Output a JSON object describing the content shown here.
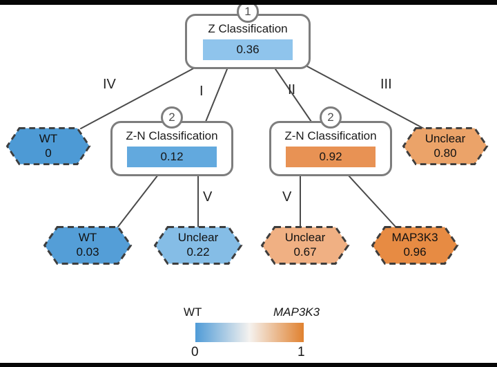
{
  "tree": {
    "root": {
      "step": "1",
      "label": "Z Classification",
      "value": "0.36",
      "bar_color": "#8FC4EC"
    },
    "nodes": [
      {
        "step": "2",
        "label": "Z-N Classification",
        "value": "0.12",
        "bar_color": "#62A9DE"
      },
      {
        "step": "2",
        "label": "Z-N Classification",
        "value": "0.92",
        "bar_color": "#E89254"
      }
    ],
    "branches": {
      "iv": "IV",
      "i": "I",
      "ii": "II",
      "iii": "III",
      "v_left": "V",
      "v_right": "V"
    },
    "leaves": [
      {
        "label": "WT",
        "value": "0",
        "fill": "#4D9AD5"
      },
      {
        "label": "Unclear",
        "value": "0.80",
        "fill": "#EBA369"
      },
      {
        "label": "WT",
        "value": "0.03",
        "fill": "#549ED7"
      },
      {
        "label": "Unclear",
        "value": "0.22",
        "fill": "#85BDE6"
      },
      {
        "label": "Unclear",
        "value": "0.67",
        "fill": "#F0B083"
      },
      {
        "label": "MAP3K3",
        "value": "0.96",
        "fill": "#E78B43"
      }
    ]
  },
  "legend": {
    "left_label": "WT",
    "right_label": "MAP3K3",
    "tick_min": "0",
    "tick_max": "1",
    "gradient_start": "#4F9BD7",
    "gradient_mid": "#F5F2EF",
    "gradient_end": "#E0812F"
  }
}
